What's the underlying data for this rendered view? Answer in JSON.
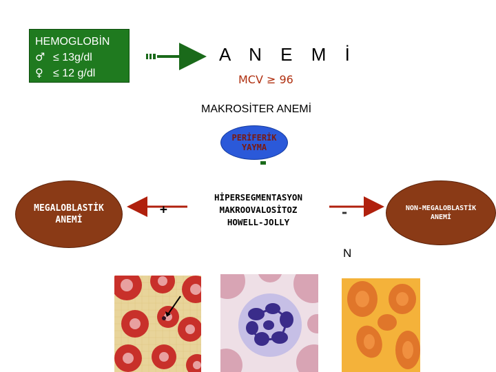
{
  "hemoglobin": {
    "title": "HEMOGLOBİN",
    "male_symbol": "♂",
    "male_value": "≤  13g/dl",
    "female_symbol": "♀",
    "female_value": "≤  12 g/dl"
  },
  "anemia_title": "A N E M İ",
  "mcv": "MCV ≥ 96",
  "macrocytic": "MAKROSİTER ANEMİ",
  "peripheral_smear": {
    "line1": "PERİFERİK",
    "line2": "YAYMA"
  },
  "megaloblastic": {
    "line1": "MEGALOBLASTİK",
    "line2": "ANEMİ"
  },
  "non_megaloblastic": {
    "line1": "NON-MEGALOBLASTİK",
    "line2": "ANEMİ"
  },
  "findings": [
    "HİPERSEGMENTASYON",
    "MAKROOVALOSİTOZ",
    "HOWELL-JOLLY"
  ],
  "positive_sign": "+",
  "negative_sign": "-",
  "normal_label": "N",
  "colors": {
    "green_box": "#1f7a1f",
    "blue_oval": "#2b59d9",
    "brown_oval": "#8a3a16",
    "arrow_green": "#1a6a1a",
    "arrow_red": "#b0200d",
    "mcv_text": "#b03010"
  }
}
